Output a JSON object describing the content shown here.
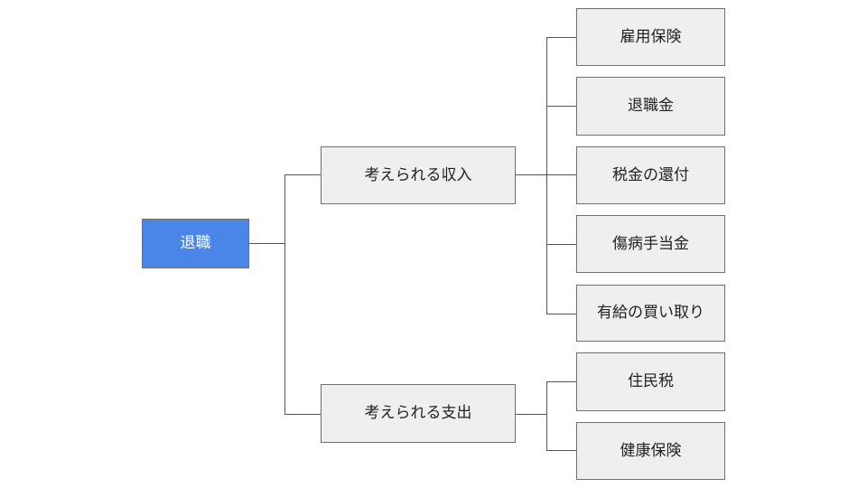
{
  "diagram": {
    "root": {
      "label": "退職",
      "fill": "#4a86e8",
      "text_color": "#ffffff"
    },
    "branches": [
      {
        "label": "考えられる収入",
        "children": [
          "雇用保険",
          "退職金",
          "税金の還付",
          "傷病手当金",
          "有給の買い取り"
        ]
      },
      {
        "label": "考えられる支出",
        "children": [
          "住民税",
          "健康保険"
        ]
      }
    ],
    "node_fill": "#efefef",
    "border_color": "#6f6f6f",
    "line_color": "#555555"
  }
}
